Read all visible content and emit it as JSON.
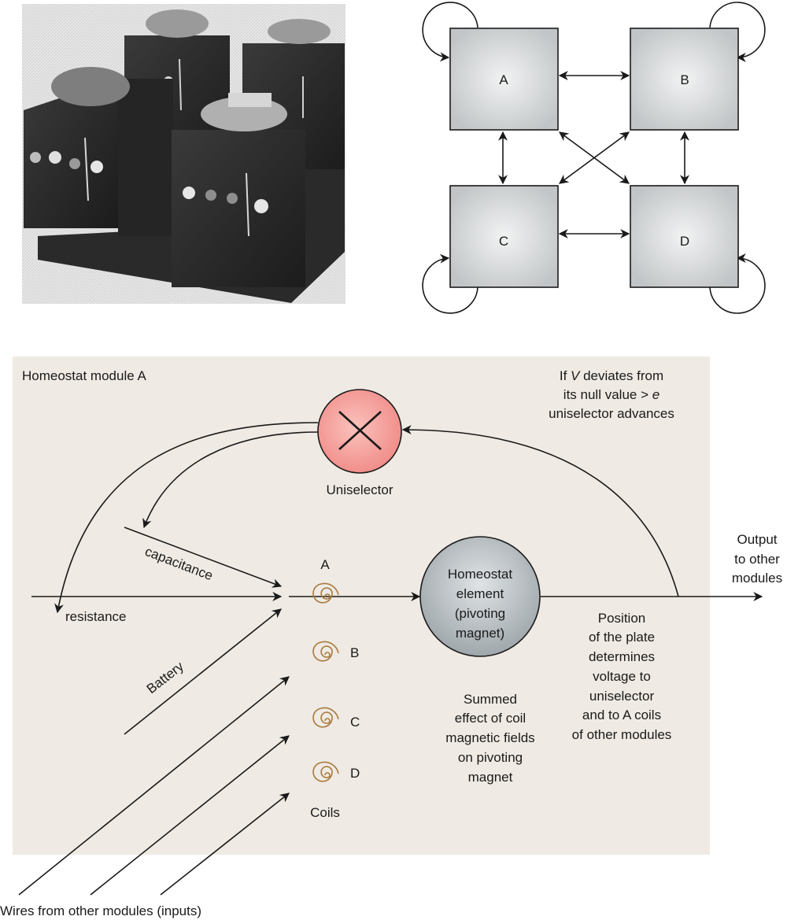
{
  "photo": {
    "description": "Black-and-white photograph of four homeostat units on a base",
    "unit_count": 4
  },
  "network_diagram": {
    "nodes": [
      {
        "id": "A",
        "label": "A"
      },
      {
        "id": "B",
        "label": "B"
      },
      {
        "id": "C",
        "label": "C"
      },
      {
        "id": "D",
        "label": "D"
      }
    ],
    "bidirectional_links": [
      [
        "A",
        "B"
      ],
      [
        "A",
        "C"
      ],
      [
        "B",
        "D"
      ],
      [
        "C",
        "D"
      ],
      [
        "A",
        "D"
      ],
      [
        "B",
        "C"
      ]
    ],
    "self_loops": [
      "A",
      "B",
      "C",
      "D"
    ],
    "colors": {
      "box_fill_center": "#f0f2f2",
      "box_fill_edge": "#c3c6c8",
      "stroke": "#1a1a1a"
    }
  },
  "module": {
    "title": "Homeostat module A",
    "background": "#efeae3",
    "uniselector": {
      "label": "Uniselector",
      "fill": "#f59a96",
      "icon": "x-cross-icon"
    },
    "condition_note": {
      "line1_prefix": "If ",
      "line1_var": "V",
      "line1_suffix": " deviates from",
      "line2_prefix": "its null value > ",
      "line2_var": "e",
      "line3": "uniselector advances"
    },
    "inputs": {
      "capacitance": "capacitance",
      "resistance": "resistance",
      "battery": "Battery"
    },
    "coils": {
      "items": [
        "A",
        "B",
        "C",
        "D"
      ],
      "caption": "Coils",
      "color": "#a87a3e"
    },
    "element": {
      "lines": [
        "Homeostat",
        "element",
        "(pivoting",
        "magnet)"
      ],
      "fill": "#b5bcc0"
    },
    "summed_note": [
      "Summed",
      "effect of coil",
      "magnetic fields",
      "on pivoting",
      "magnet"
    ],
    "position_note": [
      "Position",
      "of the plate",
      "determines",
      "voltage to",
      "uniselector",
      "and to A coils",
      "of other modules"
    ],
    "output_note": [
      "Output",
      "to other",
      "modules"
    ],
    "wires_caption": "Wires from other modules (inputs)"
  }
}
